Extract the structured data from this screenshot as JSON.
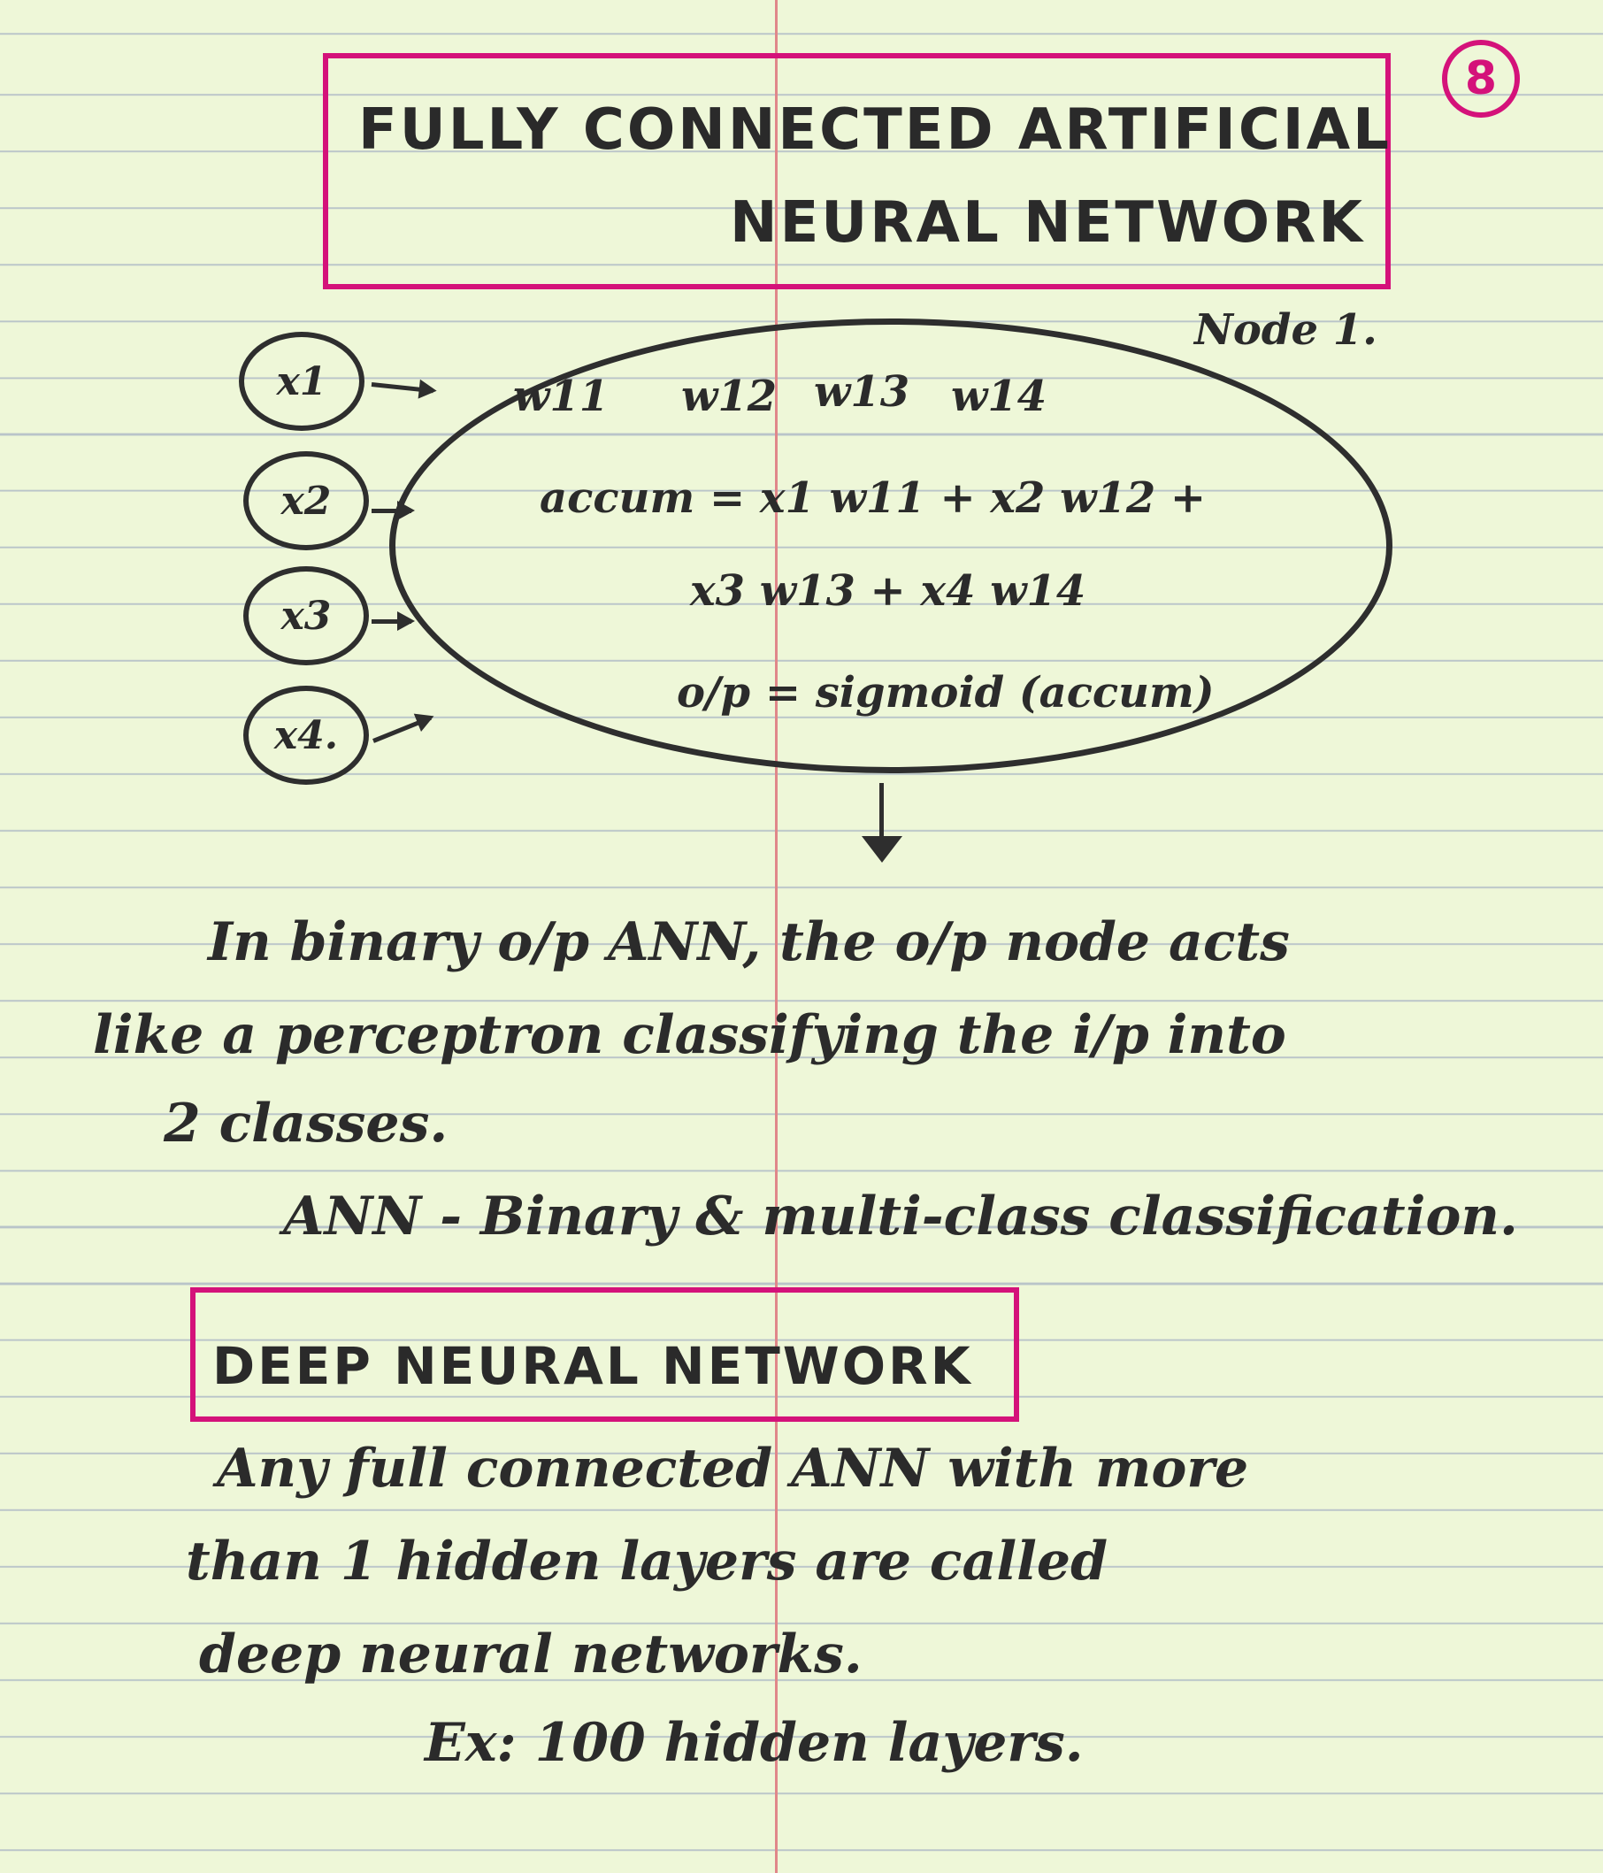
{
  "page_number": "8",
  "section1": {
    "title_line1": "FULLY CONNECTED ARTIFICIAL",
    "title_line2": "NEURAL NETWORK"
  },
  "diagram": {
    "node_label": "Node 1.",
    "inputs": [
      "x1",
      "x2",
      "x3",
      "x4."
    ],
    "weights": [
      "w11",
      "w12",
      "w13",
      "w14"
    ],
    "accum_line1": "accum = x1 w11 + x2 w12 +",
    "accum_line2": "x3 w13 + x4 w14",
    "output": "o/p = sigmoid (accum)"
  },
  "paragraph1": {
    "line1": "In binary o/p ANN, the o/p node acts",
    "line2": "like a perceptron classifying the i/p into",
    "line3": "2 classes."
  },
  "ann_line": "ANN - Binary & multi-class classification.",
  "section2": {
    "title": "DEEP NEURAL NETWORK",
    "line1": "Any full connected ANN with more",
    "line2": "than 1 hidden layers are called",
    "line3": "deep neural networks.",
    "example": "Ex: 100 hidden layers."
  }
}
